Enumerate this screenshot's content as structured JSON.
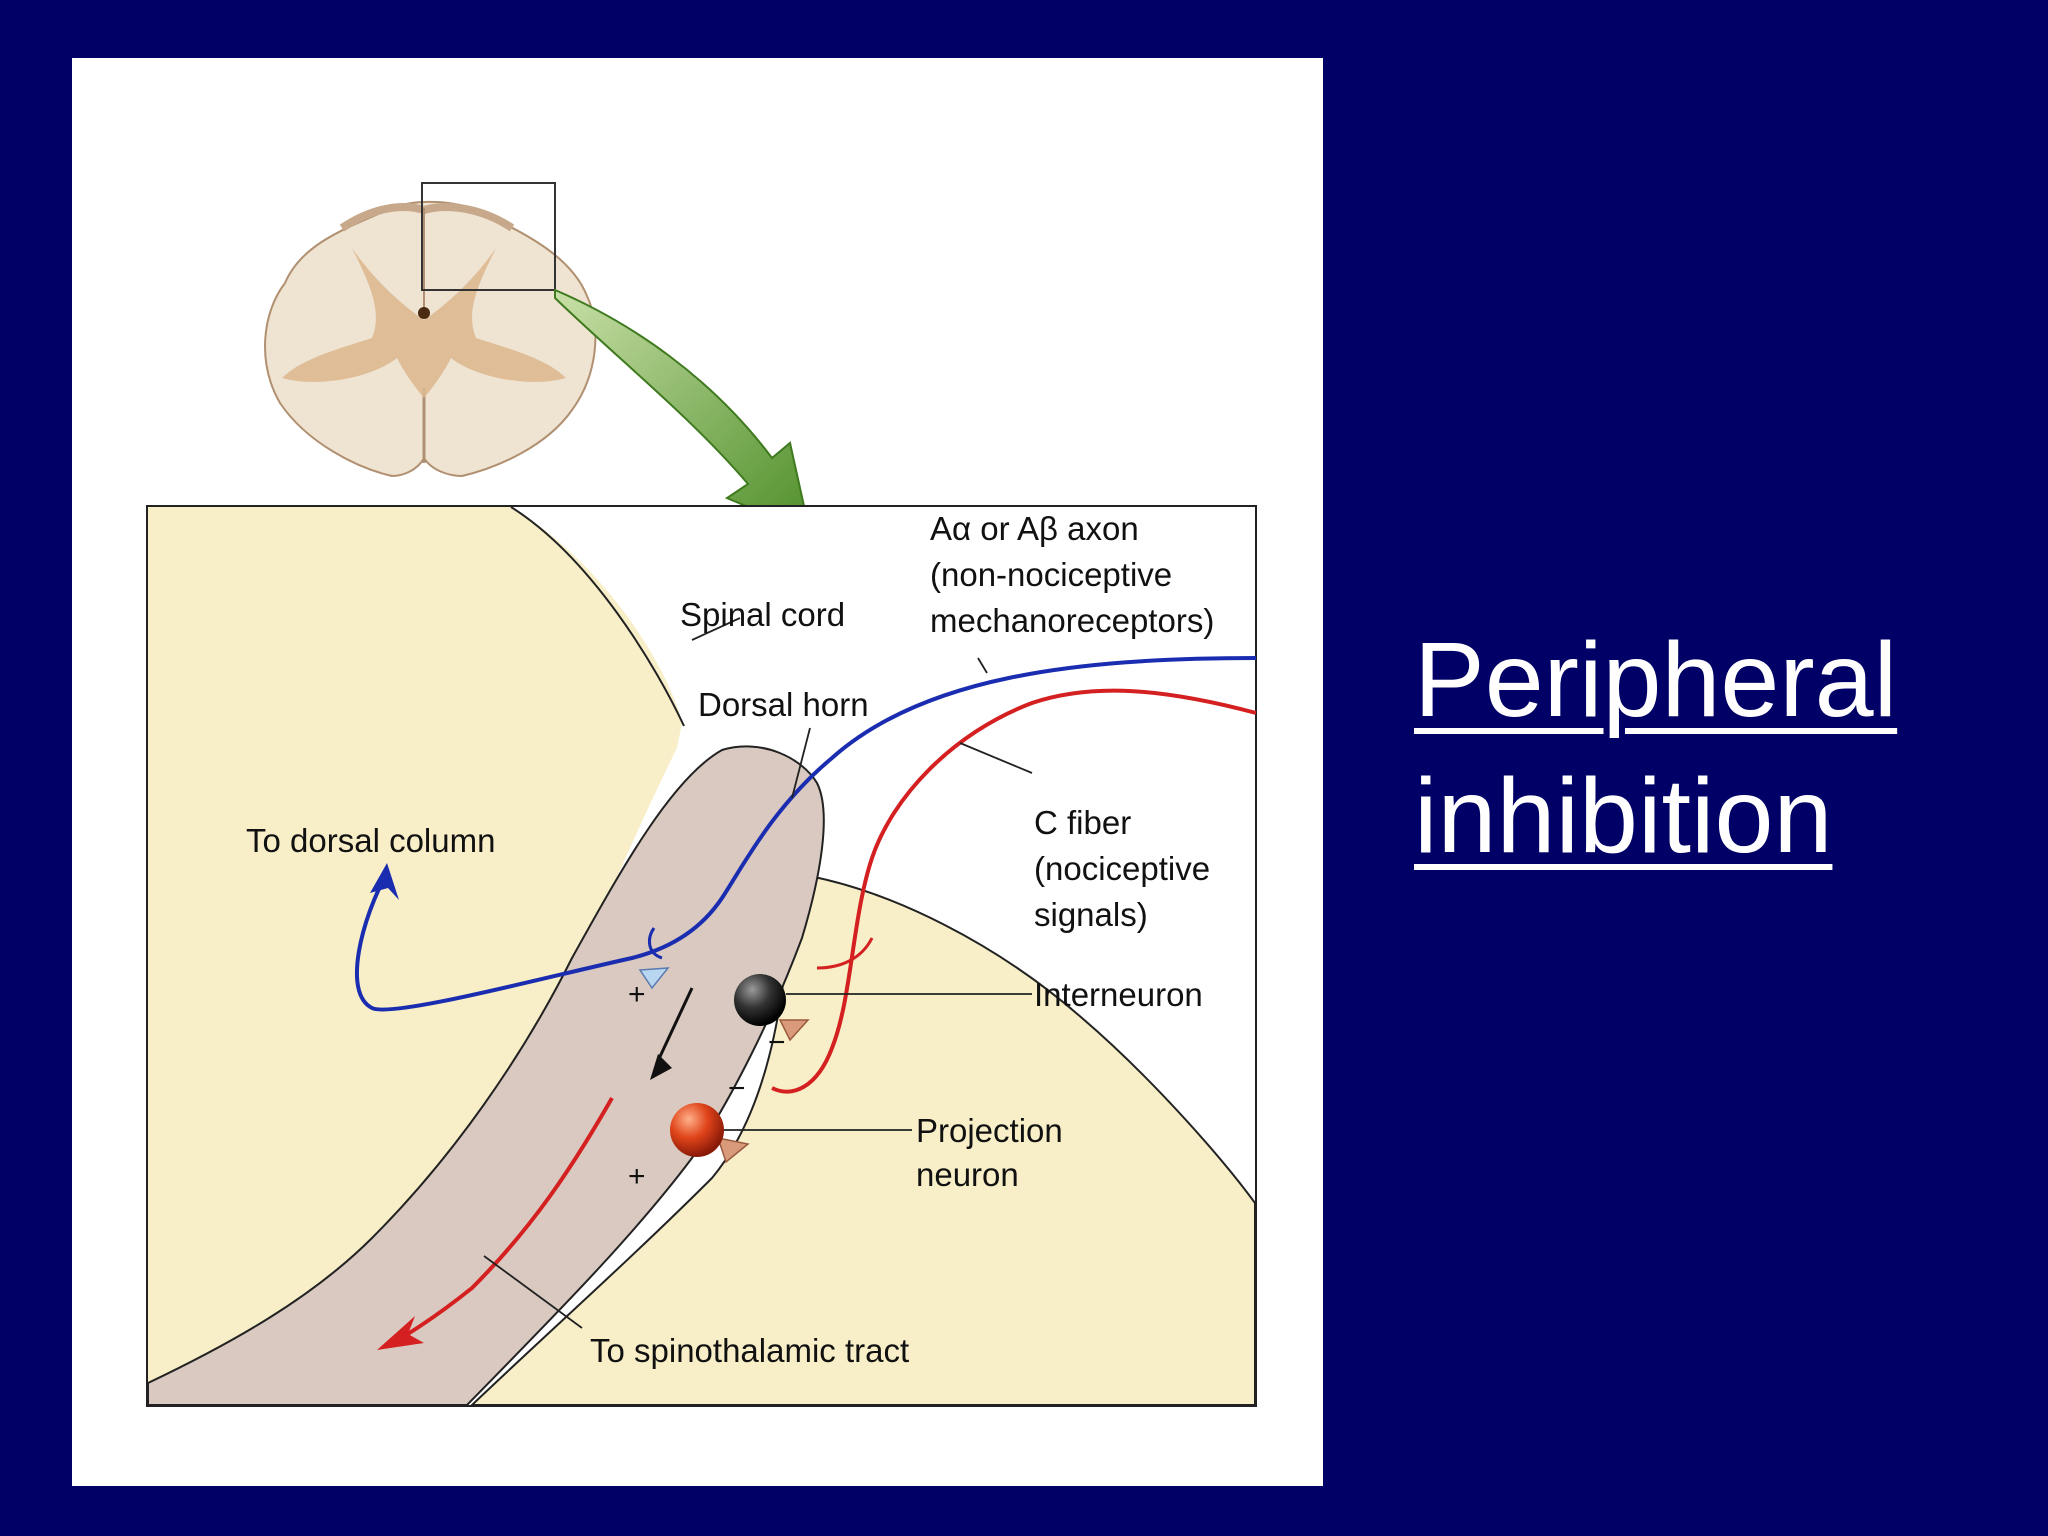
{
  "slide": {
    "title_line1": "Peripheral",
    "title_line2": "inhibition"
  },
  "diagram": {
    "labels": {
      "spinal_cord": "Spinal cord",
      "dorsal_horn": "Dorsal horn",
      "a_axon_line1": "Aα or Aβ axon",
      "a_axon_line2": "(non-nociceptive",
      "a_axon_line3": "mechanoreceptors)",
      "c_fiber_line1": "C fiber",
      "c_fiber_line2": "(nociceptive",
      "c_fiber_line3": "signals)",
      "to_dorsal_column": "To dorsal column",
      "interneuron": "Interneuron",
      "projection_line1": "Projection",
      "projection_line2": "neuron",
      "to_spinothalamic": "To spinothalamic tract"
    },
    "signs": {
      "plus_interneuron": "+",
      "minus_interneuron": "−",
      "minus_inhibitory": "−",
      "plus_projection": "+"
    },
    "colors": {
      "background": "#000066",
      "panel": "#ffffff",
      "cream_tissue": "#f8efc8",
      "dorsal_horn": "#d9c9c0",
      "a_beta_axon": "#1a2db0",
      "c_fiber": "#d42020",
      "green_arrow": "#6aa63a",
      "cord_section": "#efe3d2",
      "grey_matter": "#ddb890"
    }
  }
}
